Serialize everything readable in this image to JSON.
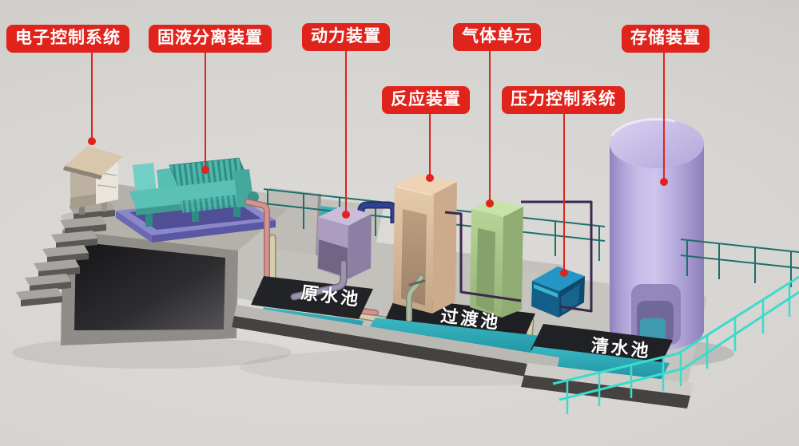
{
  "callouts": [
    {
      "text": "电子控制系统"
    },
    {
      "text": "固液分离装置"
    },
    {
      "text": "动力装置"
    },
    {
      "text": "气体单元"
    },
    {
      "text": "存储装置"
    },
    {
      "text": "反应装置"
    },
    {
      "text": "压力控制系统"
    }
  ],
  "pools": [
    {
      "text": "原水池"
    },
    {
      "text": "过渡池"
    },
    {
      "text": "清水池"
    }
  ],
  "colors": {
    "label_red": "#e0231b",
    "water_teal": "#2aa4b2",
    "railing_cyan": "#3bdccc",
    "railing_teal": "#1e6f6d",
    "storage_purple": "#b4aadb",
    "reaction_tan": "#d8bb9c",
    "gas_green": "#a9c68c",
    "power_lavender": "#b3a4c7",
    "pressure_blue": "#1d77a5",
    "filterpress_teal": "#5bc0b6",
    "base_purple": "#8a88cb",
    "house_beige": "#cdbaa0",
    "concrete_gray": "#b4b1ab",
    "ground_gray": "#d6d4d0",
    "pool_wall_dark": "#202124"
  }
}
